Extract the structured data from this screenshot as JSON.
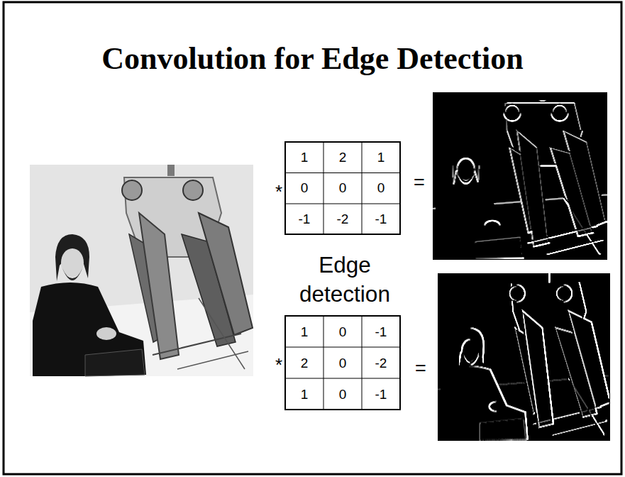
{
  "diagram": {
    "title": "Convolution for Edge Detection",
    "labels": [
      "*",
      "1",
      "2",
      "1",
      "0",
      "0",
      "0",
      "-1",
      "-2",
      "-1",
      "=",
      "Edge detection",
      "*",
      "1",
      "0",
      "-1",
      "2",
      "0",
      "-2",
      "1",
      "0",
      "-1",
      "="
    ]
  }
}
